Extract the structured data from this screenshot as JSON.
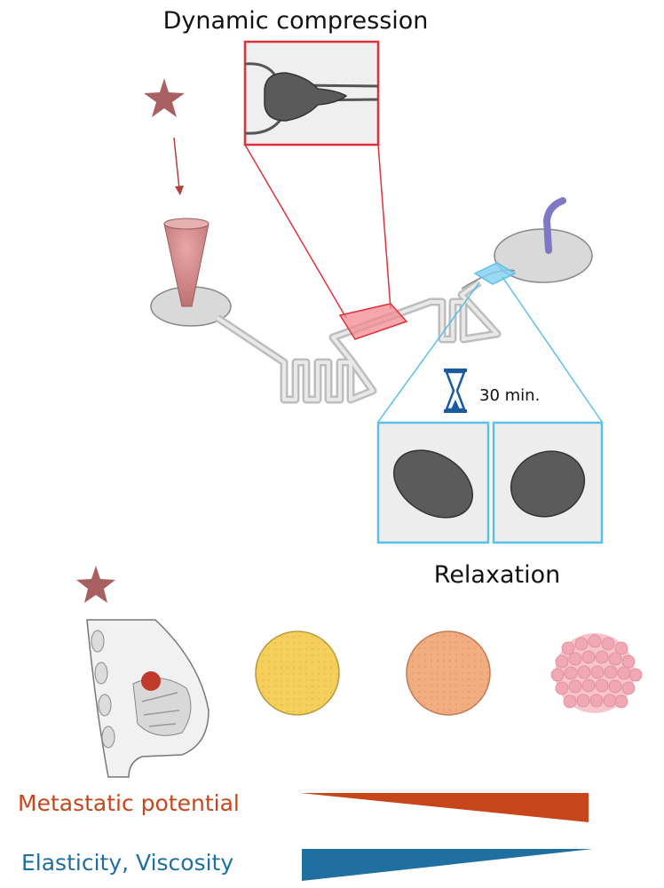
{
  "title": "Dynamic compression",
  "timer_label": "30 min.",
  "relaxation_label": "Relaxation",
  "gradient_labels": {
    "metastatic": "Metastatic potential",
    "elasticity": "Elasticity, Viscosity"
  },
  "colors": {
    "compression_red": "#e0303a",
    "relaxation_blue": "#5bc0e8",
    "metastatic_orange": "#c8461c",
    "elasticity_blue": "#1f6fa0",
    "star": "#a86060",
    "hourglass": "#1a5aa0"
  },
  "icons": {
    "star": "star-icon",
    "hourglass": "hourglass-icon"
  }
}
